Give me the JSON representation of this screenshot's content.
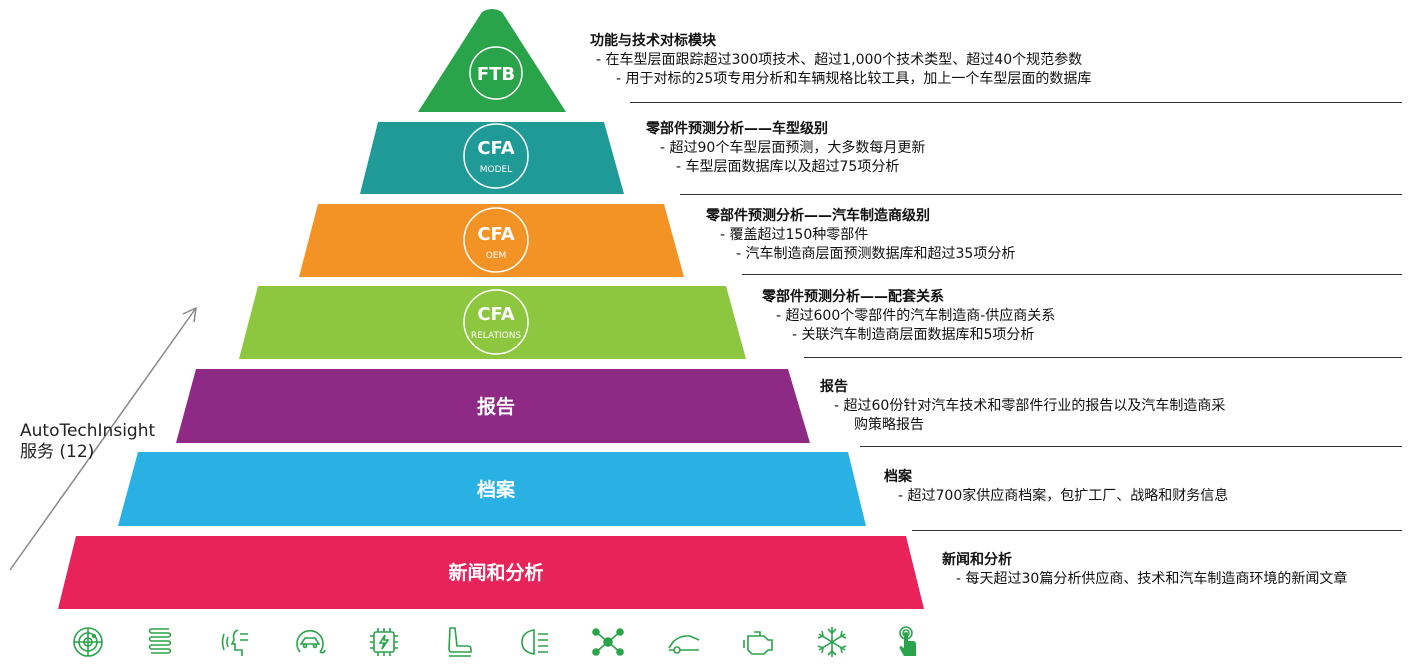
{
  "service_label": {
    "line1": "AutoTechInsight",
    "line2": "服务 (12)"
  },
  "tiers": [
    {
      "circle_title": "FTB",
      "circle_sub": "",
      "color": "#2aa44a"
    },
    {
      "circle_title": "CFA",
      "circle_sub": "MODEL",
      "color": "#1f9a96"
    },
    {
      "circle_title": "CFA",
      "circle_sub": "OEM",
      "color": "#f39325"
    },
    {
      "circle_title": "CFA",
      "circle_sub": "RELATIONS",
      "color": "#8dc63f"
    },
    {
      "label": "报告",
      "color": "#8e2a86"
    },
    {
      "label": "档案",
      "color": "#29b1e4"
    },
    {
      "label": "新闻和分析",
      "color": "#e8235a"
    }
  ],
  "descriptions": [
    {
      "title": "功能与技术对标模块",
      "lines": [
        "-  在车型层面跟踪超过300项技术、超过1,000个技术类型、超过40个规范参数",
        "-   用于对标的25项专用分析和车辆规格比较工具，加上一个车型层面的数据库"
      ]
    },
    {
      "title": "零部件预测分析——车型级别",
      "lines": [
        "-   超过90个车型层面预测，大多数每月更新",
        "-   车型层面数据库以及超过75项分析"
      ]
    },
    {
      "title": "零部件预测分析——汽车制造商级别",
      "lines": [
        "-   覆盖超过150种零部件",
        "-   汽车制造商层面预测数据库和超过35项分析"
      ]
    },
    {
      "title": "零部件预测分析——配套关系",
      "lines": [
        "-   超过600个零部件的汽车制造商-供应商关系",
        "-   关联汽车制造商层面数据库和5项分析"
      ]
    },
    {
      "title": "报告",
      "lines": [
        "-   超过60份针对汽车技术和零部件行业的报告以及汽车制造商采",
        "购策略报告"
      ]
    },
    {
      "title": "档案",
      "lines": [
        "-   超过700家供应商档案，包扩工厂、战略和财务信息"
      ]
    },
    {
      "title": "新闻和分析",
      "lines": [
        "-   每天超过30篇分析供应商、技术和汽车制造商环境的新闻文章"
      ]
    }
  ],
  "icons": [
    "radar-icon",
    "spring-icon",
    "wireless-sensor-icon",
    "electric-car-icon",
    "battery-chip-icon",
    "car-seat-icon",
    "headlight-icon",
    "molecule-icon",
    "car-body-icon",
    "engine-icon",
    "snowflake-icon",
    "touch-control-icon"
  ],
  "colors": {
    "icon_green": "#2aa44a",
    "arrow_gray": "#777777"
  }
}
